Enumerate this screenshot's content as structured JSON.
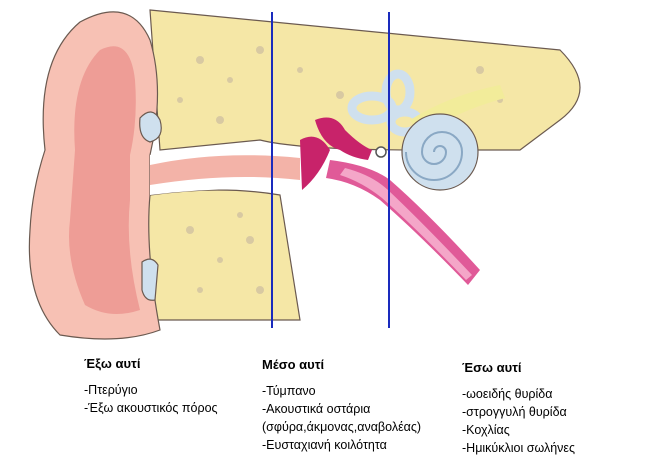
{
  "sections": {
    "outer": {
      "title": "Έξω αυτί",
      "items": [
        "-Πτερύγιο",
        "-Έξω ακουστικός πόρος"
      ]
    },
    "middle": {
      "title": "Μέσο αυτί",
      "items": [
        "-Τύμπανο",
        "-Ακουστικά οστάρια",
        "(σφύρα,άκμονας,αναβολέας)",
        "-Ευσταχιανή κοιλότητα"
      ]
    },
    "inner": {
      "title": "Έσω αυτί",
      "items": [
        "-ωοειδής θυρίδα",
        "-στρογγυλή θυρίδα",
        "-Κοχλίας",
        "-Ημικύκλιοι σωλήνες"
      ]
    }
  },
  "colors": {
    "skin": "#f7c1b4",
    "skin_dark": "#ee9d96",
    "bone": "#f5e7a6",
    "bone_spot": "#d8c9a2",
    "canal": "#ffffff",
    "drum_red": "#c8236a",
    "tube_pink": "#e05a98",
    "cochlea": "#cfe0ee",
    "nerve": "#f2ec9a",
    "divider": "#1a2bbd"
  }
}
